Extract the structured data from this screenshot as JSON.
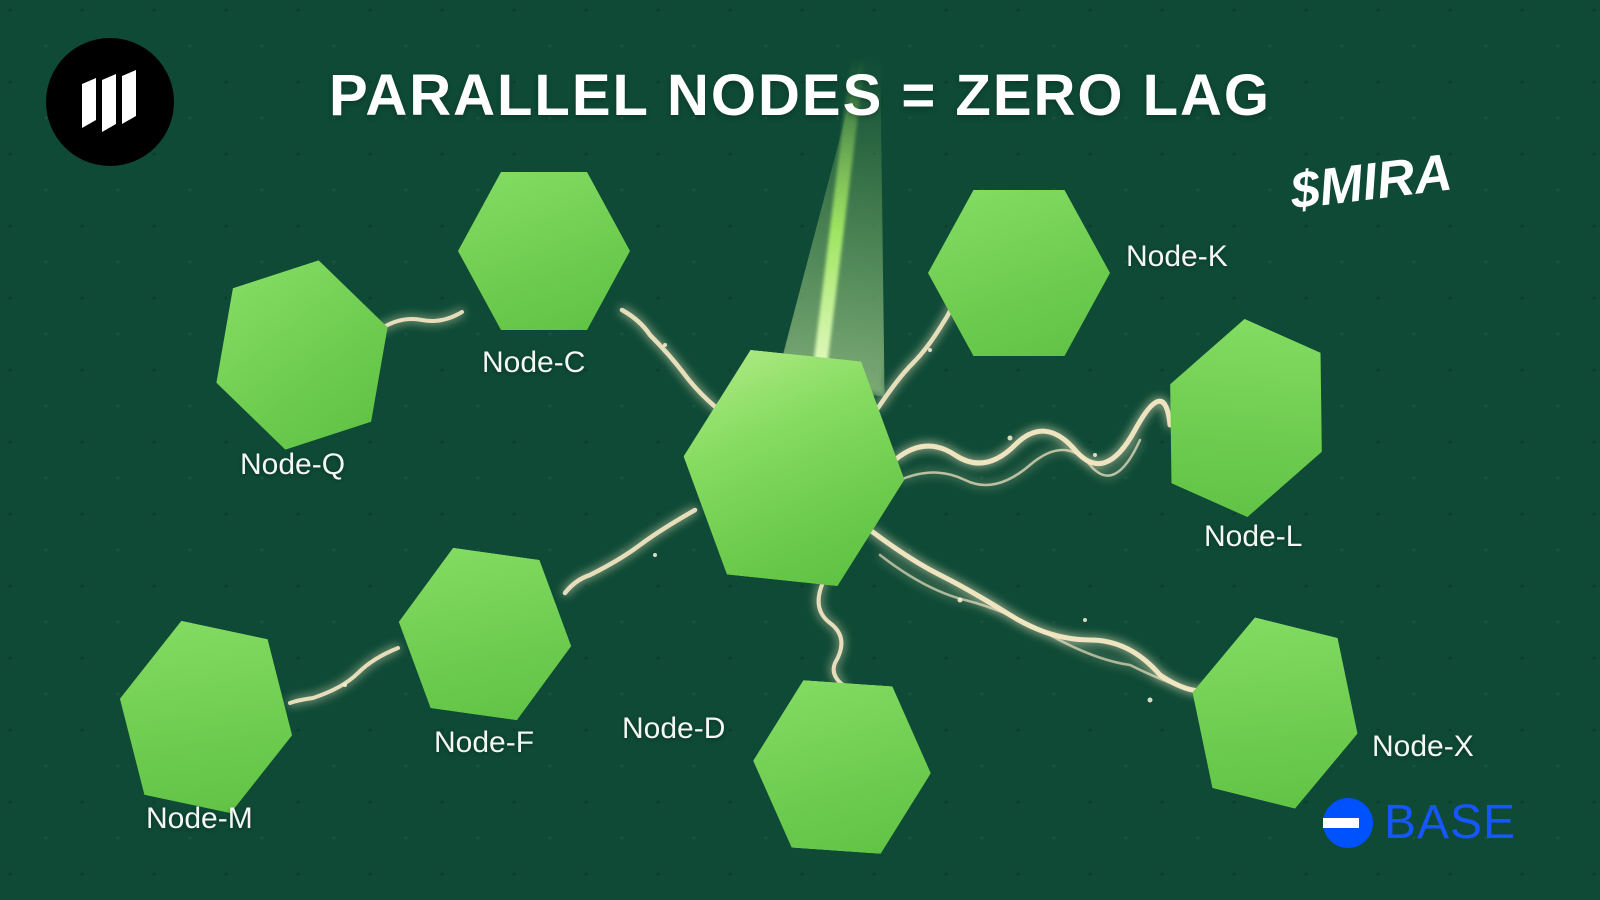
{
  "title": "PARALLEL NODES = ZERO LAG",
  "ticker": "$MIRA",
  "brand": {
    "mira_logo": "mira-logo",
    "base_label": "BASE"
  },
  "nodes": {
    "central": {
      "label": ""
    },
    "c": {
      "label": "Node-C"
    },
    "q": {
      "label": "Node-Q"
    },
    "k": {
      "label": "Node-K"
    },
    "l": {
      "label": "Node-L"
    },
    "x": {
      "label": "Node-X"
    },
    "f": {
      "label": "Node-F"
    },
    "m": {
      "label": "Node-M"
    },
    "d": {
      "label": "Node-D"
    }
  },
  "diagram": {
    "type": "network",
    "edges": [
      [
        "central",
        "node-c"
      ],
      [
        "node-c",
        "node-q"
      ],
      [
        "central",
        "node-k"
      ],
      [
        "central",
        "node-l"
      ],
      [
        "central",
        "node-x"
      ],
      [
        "central",
        "node-d"
      ],
      [
        "central",
        "node-f"
      ],
      [
        "node-f",
        "node-m"
      ]
    ]
  },
  "colors": {
    "background": "#0e4a36",
    "hex_green": "#6fcd50",
    "link_gold": "#f2e2b4",
    "base_blue": "#0052ff",
    "text_white": "#ffffff"
  }
}
